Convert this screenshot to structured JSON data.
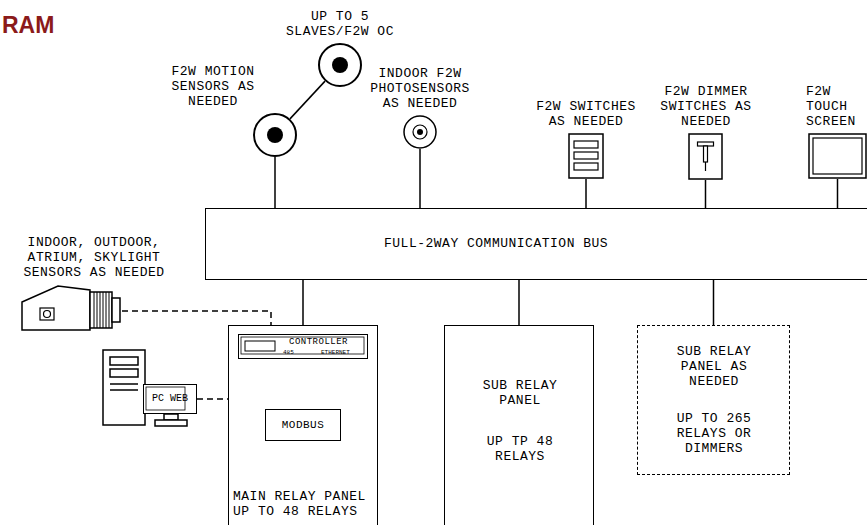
{
  "diagram": {
    "title": "RAM",
    "nodes": [
      {
        "text": [
          "UP TO 5 SLAVES/F2W OC"
        ]
      },
      {
        "text": [
          "F2W MOTION SENSORS AS NEEDED"
        ]
      },
      {
        "text": [
          "INDOOR F2W PHOTOSENSORS AS NEEDED"
        ]
      },
      {
        "text": [
          "F2W SWITCHES AS NEEDED"
        ]
      },
      {
        "text": [
          "F2W DIMMER SWITCHES AS NEEDED"
        ]
      },
      {
        "text": [
          "F2W TOUCH SCREEN"
        ]
      },
      {
        "text": [
          "FULL-2WAY COMMUNICATION BUS"
        ]
      },
      {
        "text": [
          "INDOOR, OUTDOOR, ATRIUM, SKYLIGHT SENSORS AS NEEDED"
        ]
      },
      {
        "text": [
          "MAIN RELAY PANEL UP TO 48 RELAYS"
        ]
      },
      {
        "text": [
          "CONTROLLER",
          "485",
          "ETHERNET"
        ],
        "in": 8
      },
      {
        "text": [
          "MODBUS"
        ],
        "in": 8
      },
      {
        "text": [
          "PC WEB"
        ]
      },
      {
        "text": [
          "SUB RELAY PANEL",
          "UP TP 48 RELAYS"
        ]
      },
      {
        "text": [
          "SUB RELAY PANEL AS NEEDED",
          "UP TO 265 RELAYS OR DIMMERS"
        ]
      }
    ],
    "edges": [
      {
        "from": 0,
        "to": 1,
        "arrow": "none"
      },
      {
        "from": 1,
        "to": 6,
        "arrow": "none"
      },
      {
        "from": 2,
        "to": 6,
        "arrow": "none"
      },
      {
        "from": 3,
        "to": 6,
        "arrow": "none"
      },
      {
        "from": 4,
        "to": 6,
        "arrow": "none"
      },
      {
        "from": 5,
        "to": 6,
        "arrow": "none"
      },
      {
        "from": 6,
        "to": 8,
        "arrow": "none"
      },
      {
        "from": 6,
        "to": 12,
        "arrow": "none"
      },
      {
        "from": 6,
        "to": 13,
        "arrow": "none"
      },
      {
        "from": 7,
        "to": 9,
        "arrow": "none"
      },
      {
        "from": 11,
        "to": 9,
        "arrow": "none"
      },
      {
        "from": 9,
        "to": 10,
        "arrow": "none"
      }
    ]
  }
}
